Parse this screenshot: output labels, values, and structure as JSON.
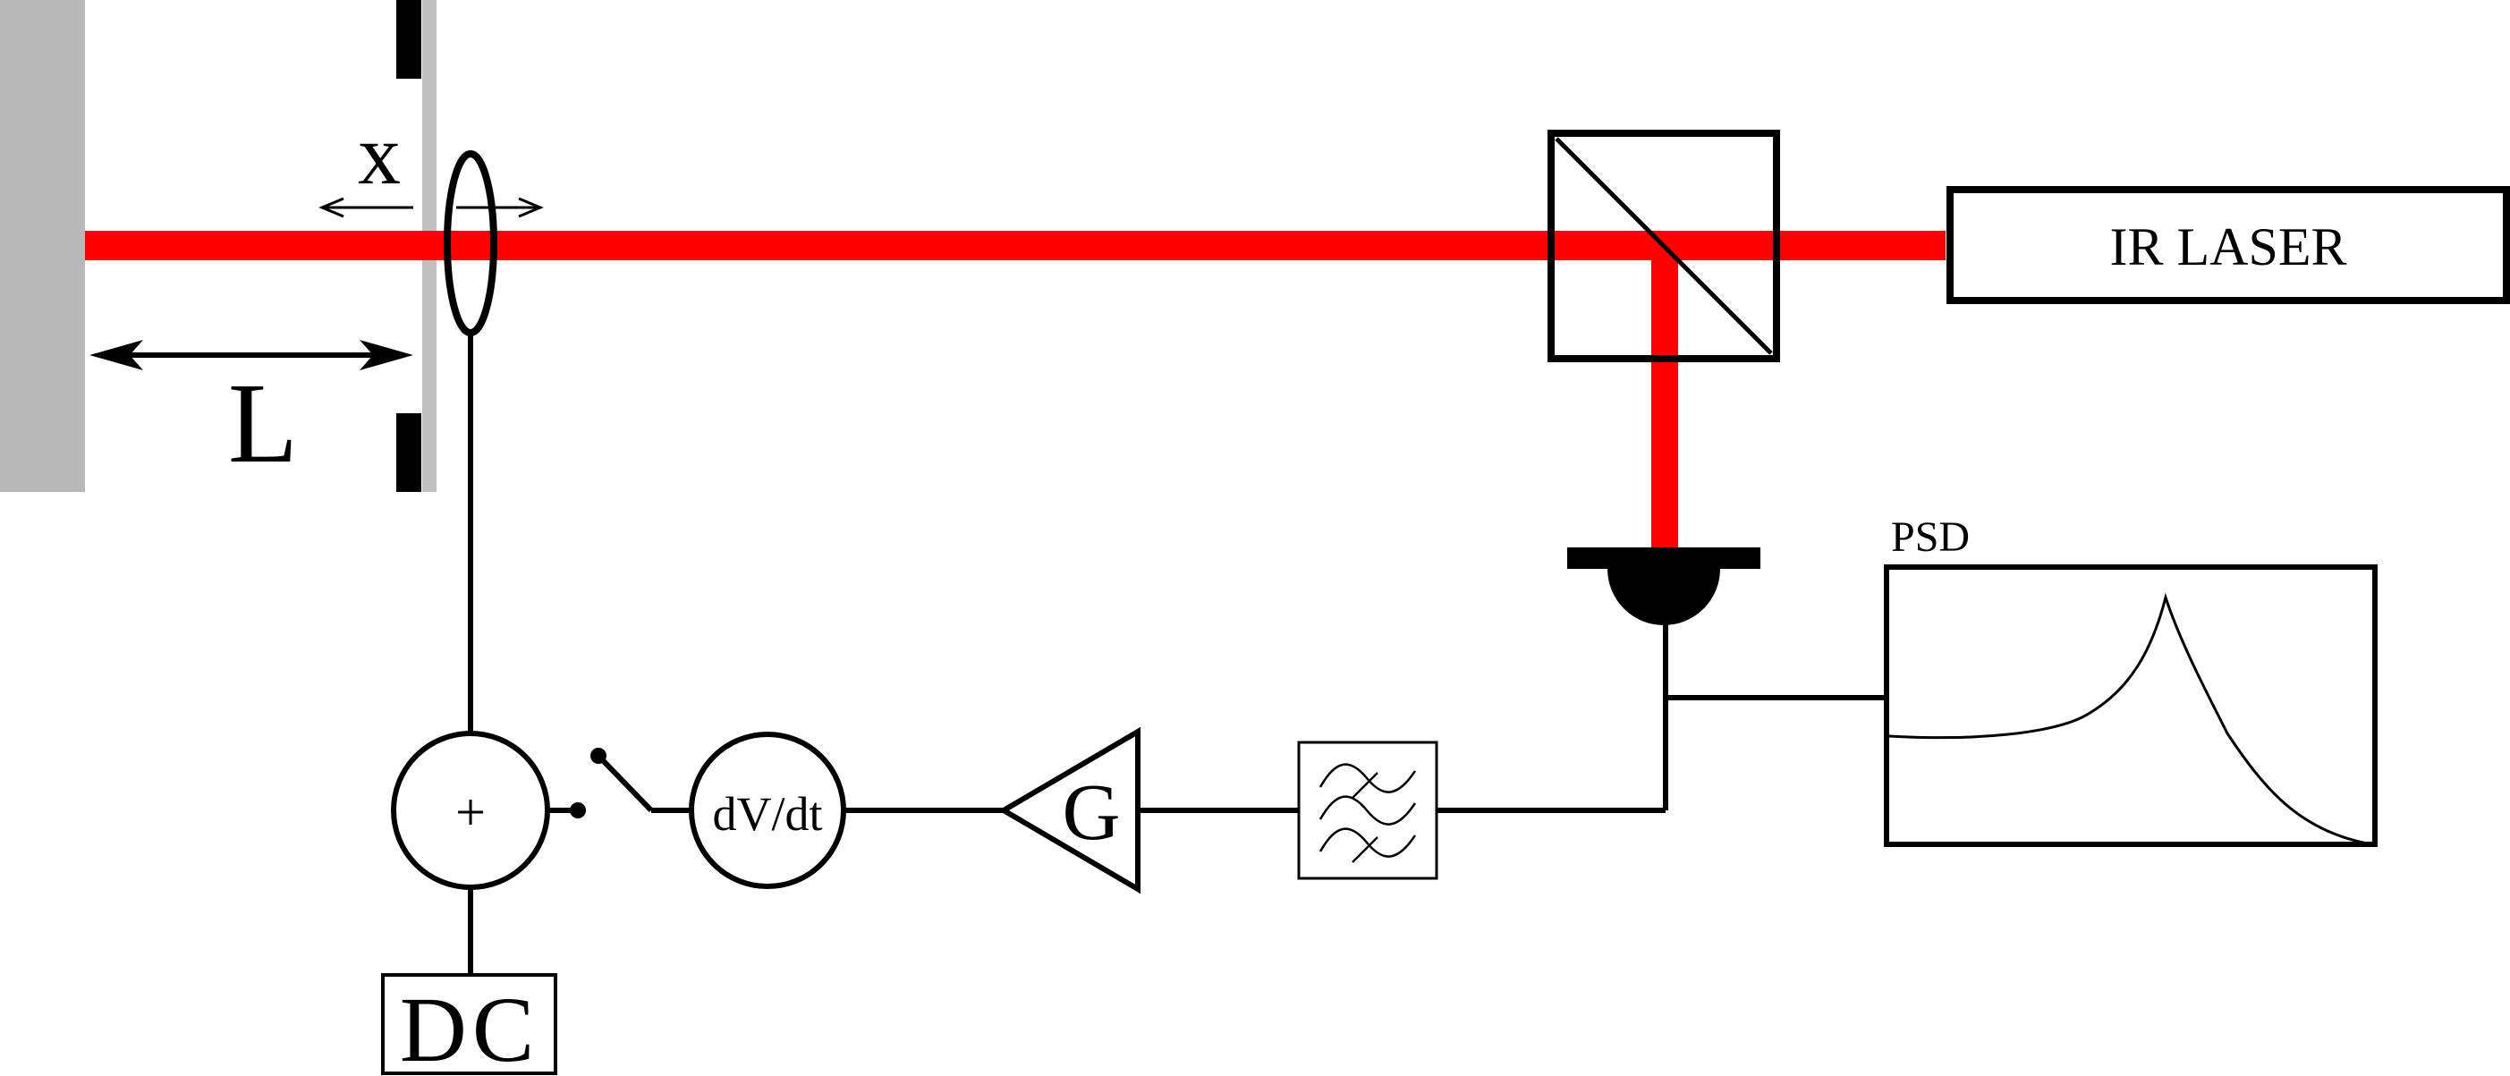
{
  "labels": {
    "x": "x",
    "L": "L",
    "laser": "IR LASER",
    "psd": "PSD",
    "sum": "+",
    "derivative": "dV/dt",
    "gain": "G",
    "dc": "DC"
  },
  "colors": {
    "beam": "#ff0000",
    "mirror": "#b8b8b8",
    "ink": "#000000"
  },
  "psd_plot": {
    "type": "line",
    "description_points": [
      [
        0,
        0.62
      ],
      [
        0.4,
        0.56
      ],
      [
        0.58,
        0.0
      ],
      [
        1.0,
        1.0
      ]
    ]
  }
}
